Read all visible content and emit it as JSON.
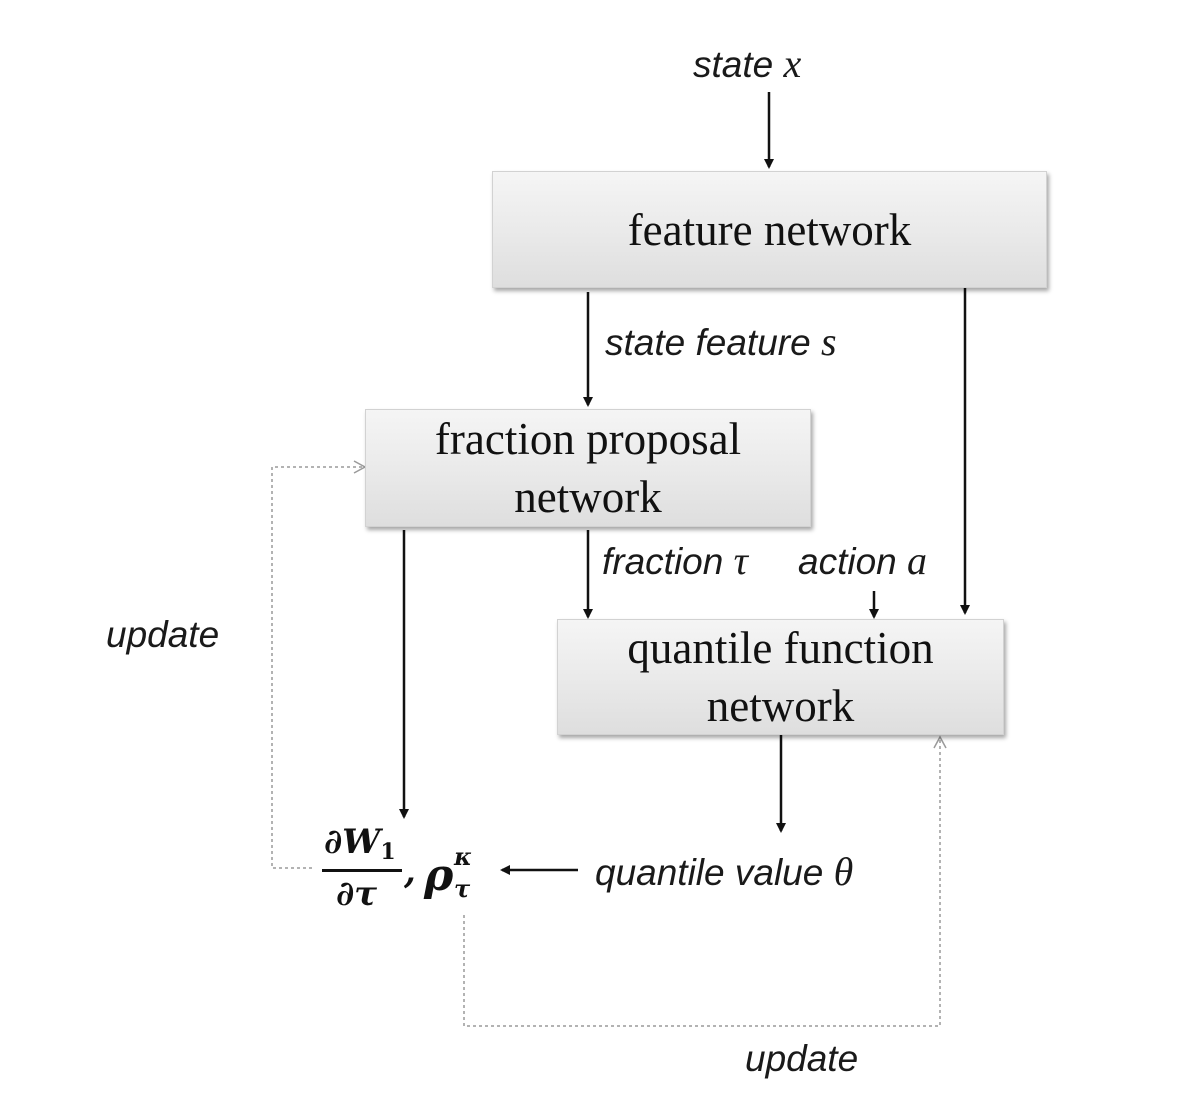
{
  "diagram": {
    "boxes": {
      "feature_network": {
        "lines": [
          "feature network"
        ]
      },
      "fraction_proposal_network": {
        "lines": [
          "fraction proposal",
          "network"
        ]
      },
      "quantile_function_network": {
        "lines": [
          "quantile function",
          "network"
        ]
      }
    },
    "labels": {
      "state_x": {
        "text": "state",
        "var": "x"
      },
      "state_feature_s": {
        "text": "state feature",
        "var": "s"
      },
      "fraction_tau": {
        "text": "fraction",
        "var": "τ"
      },
      "action_a": {
        "text": "action",
        "var": "a"
      },
      "quantile_value_theta": {
        "text": "quantile value",
        "var": "θ"
      },
      "update_left": {
        "text": "update"
      },
      "update_bottom": {
        "text": "update"
      }
    },
    "math": {
      "numerator": "∂W",
      "numerator_sub": "1",
      "denominator": "∂τ",
      "separator": ",",
      "rho": "ρ",
      "rho_sup": "κ",
      "rho_sub": "τ"
    },
    "colors": {
      "arrow": "#111111",
      "dashed": "#9a9a9a",
      "box_top": "#f5f5f5",
      "box_bottom": "#dedede"
    }
  }
}
